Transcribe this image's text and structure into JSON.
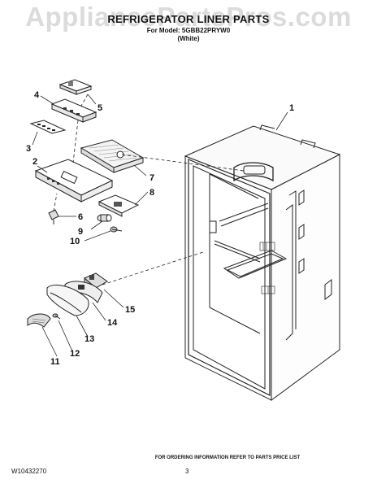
{
  "watermark": "AppliancePartsPros.com",
  "header": {
    "title": "REFRIGERATOR LINER PARTS",
    "model_line": "For Model: 5GBB22PRYW0",
    "color_line": "(White)"
  },
  "callouts": [
    "1",
    "2",
    "3",
    "4",
    "5",
    "6",
    "7",
    "8",
    "9",
    "10",
    "11",
    "12",
    "13",
    "14",
    "15"
  ],
  "footer": {
    "ordering_note": "FOR ORDERING INFORMATION REFER TO PARTS PRICE LIST",
    "doc_number": "W10432270",
    "page_number": "3"
  }
}
